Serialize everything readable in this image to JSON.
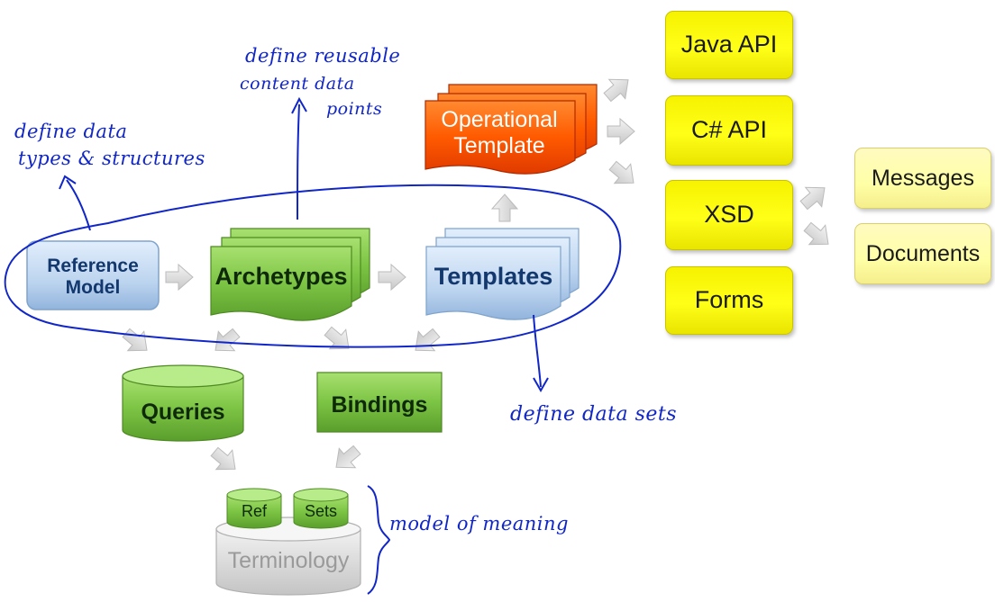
{
  "outputs": {
    "java_api": "Java API",
    "csharp_api": "C# API",
    "xsd": "XSD",
    "forms": "Forms",
    "messages": "Messages",
    "documents": "Documents"
  },
  "nodes": {
    "reference_model": "Reference Model",
    "archetypes": "Archetypes",
    "templates": "Templates",
    "operational_template": "Operational Template",
    "queries": "Queries",
    "bindings": "Bindings",
    "terminology": "Terminology",
    "ref": "Ref",
    "sets": "Sets"
  },
  "annotations": {
    "define_data_types_line1": "define data",
    "define_data_types_line2": "types & structures",
    "define_reusable_line1": "define reusable",
    "define_reusable_line2": "content data",
    "define_reusable_line3": "points",
    "define_data_sets": "define data sets",
    "model_of_meaning": "model of meaning"
  },
  "colors": {
    "yellow_box": "#ffff00",
    "pale_yellow_box": "#ffffa6",
    "green": "#7ec846",
    "light_blue": "#c2d8f0",
    "orange": "#ff5a00",
    "gray": "#d4d4d4",
    "ink_blue": "#1026c8"
  }
}
